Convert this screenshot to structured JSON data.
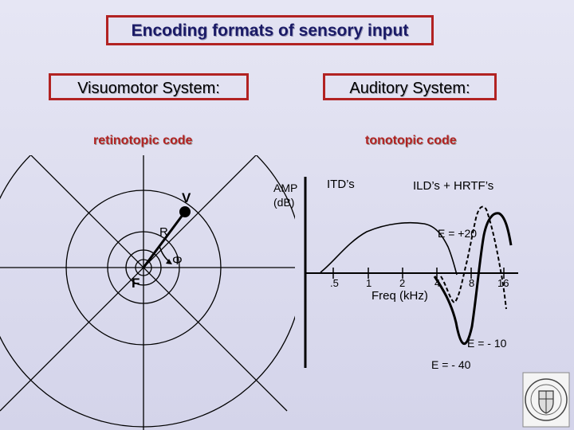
{
  "title": "Encoding formats of sensory input",
  "visuomotor": {
    "heading": "Visuomotor System:",
    "code_label": "retinotopic code",
    "labels": {
      "v": "V",
      "r": "R",
      "phi": "Φ",
      "f": "F"
    }
  },
  "auditory": {
    "heading": "Auditory System:",
    "code_label": "tonotopic code",
    "amp_label_line1": "AMP",
    "amp_label_line2": "(dB)",
    "itd_label": "ITD’s",
    "ild_label": "ILD’s + HRTF’s",
    "freq_label": "Freq (kHz)",
    "freq_ticks": [
      ".5",
      "1",
      "2",
      "4",
      "8",
      "16"
    ],
    "curve_labels": [
      "E = +20",
      "E = - 10",
      "E = - 40"
    ]
  },
  "colors": {
    "accent_red": "#b22222",
    "title_blue": "#1a1a66"
  },
  "icons": [
    "university-seal-icon"
  ]
}
